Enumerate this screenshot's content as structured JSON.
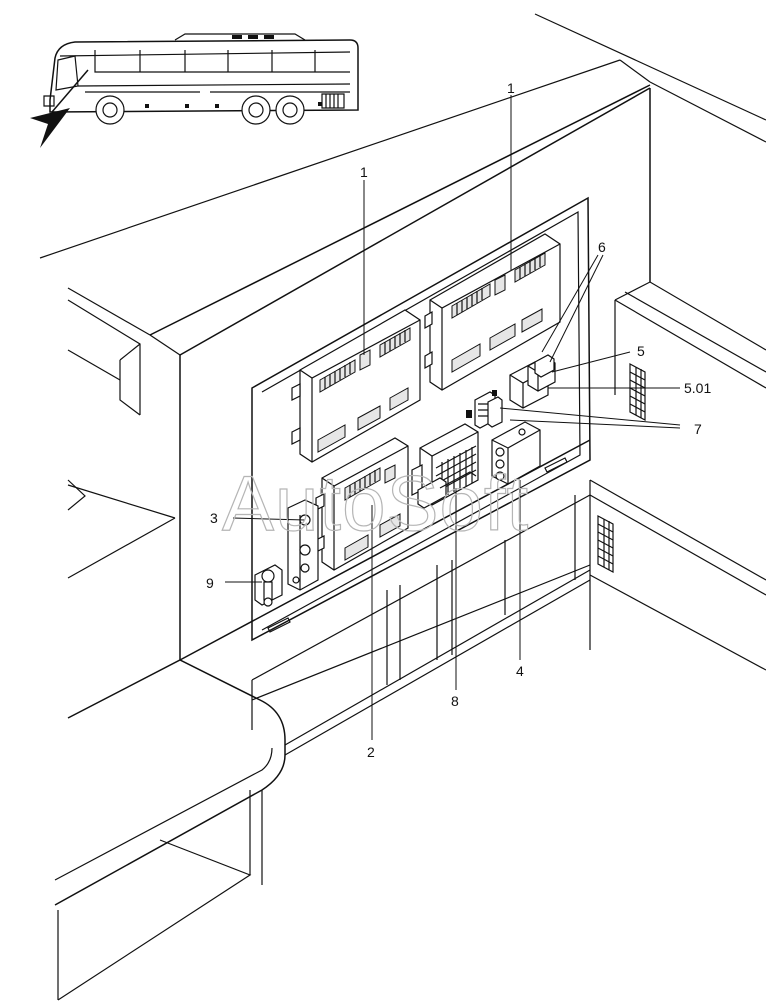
{
  "diagram": {
    "watermark": "AutoSoft",
    "callouts": {
      "c1a": "1",
      "c1b": "1",
      "c2": "2",
      "c3": "3",
      "c4": "4",
      "c5": "5",
      "c501": "5.01",
      "c6": "6",
      "c7": "7",
      "c8": "8",
      "c9": "9"
    },
    "colors": {
      "line": "#111111",
      "watermark": "#b5b5b5",
      "background": "#ffffff"
    }
  }
}
